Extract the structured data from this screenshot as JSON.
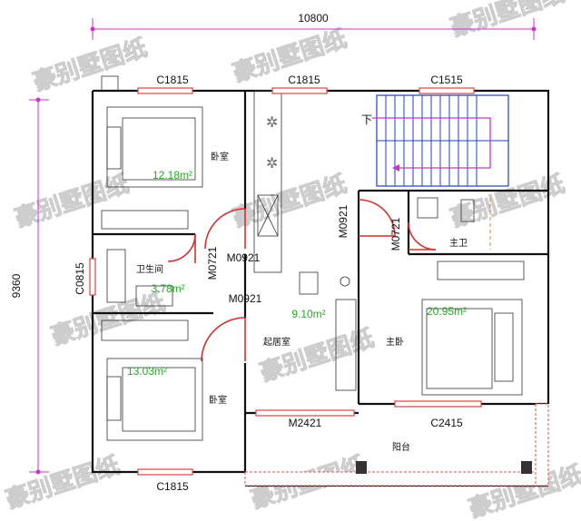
{
  "dimensions": {
    "width_label": "10800",
    "height_label": "9360"
  },
  "windows": {
    "top_left": "C1815",
    "top_middle": "C1815",
    "top_right": "C1515",
    "left_side": "C0815",
    "bottom_left": "C1815",
    "balcony": "C2415"
  },
  "doors": {
    "bedroom_top": "M0921",
    "bathroom": "M0721",
    "bedroom_bottom": "M0921",
    "master_bedroom": "M0921",
    "master_bath": "M0721",
    "balcony_door": "M2421"
  },
  "rooms": {
    "bedroom_top": {
      "name": "卧室",
      "area": "12.18m²"
    },
    "bathroom": {
      "name": "卫生间",
      "area": "3.78m²"
    },
    "bedroom_bottom": {
      "name": "卧室",
      "area": "13.03m²"
    },
    "living": {
      "name": "起居室",
      "area": "9.10m²"
    },
    "master_bedroom": {
      "name": "主卧",
      "area": "20.95m²"
    },
    "master_bath": {
      "name": "主卫"
    },
    "balcony": {
      "name": "阳台"
    }
  },
  "stairs": {
    "direction_label": "下"
  },
  "watermark": "豪别墅图纸",
  "colors": {
    "wall": "#111111",
    "window": "#d9534f",
    "door": "#d32f2f",
    "stair": "#1f3fbf",
    "area_text": "#22aa22",
    "dimension": "#cc33cc"
  }
}
